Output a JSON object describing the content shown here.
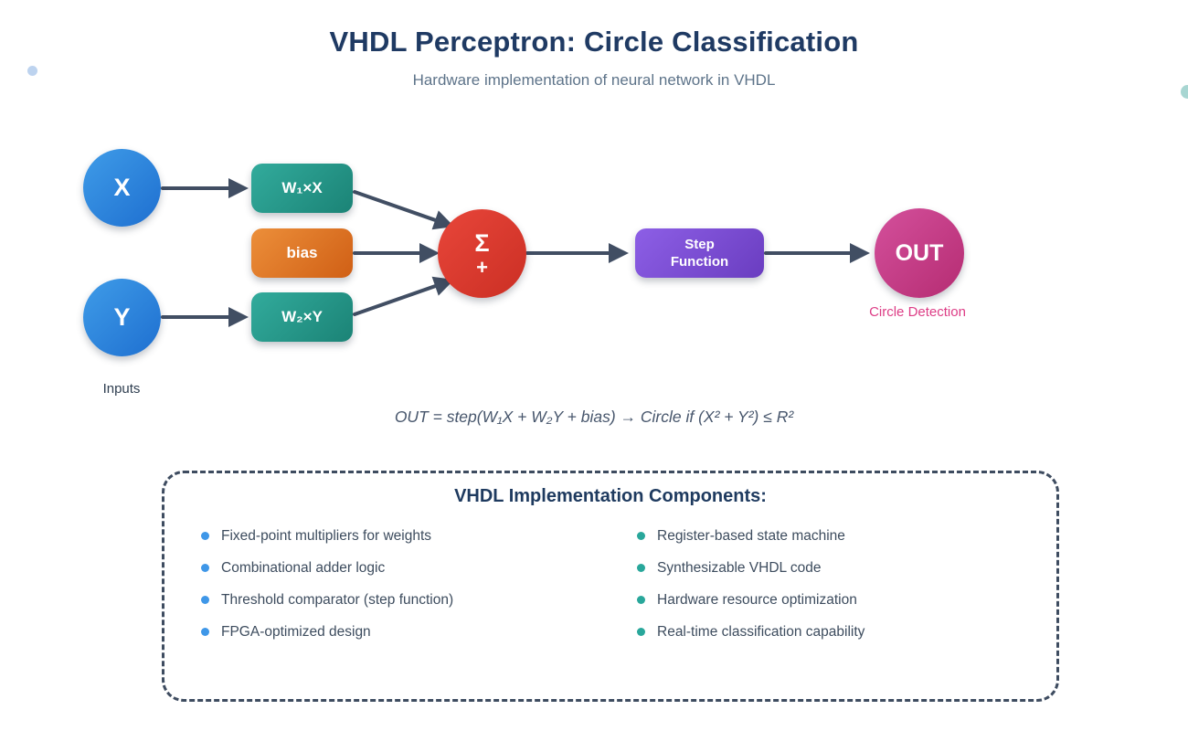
{
  "page": {
    "title": "VHDL Perceptron: Circle Classification",
    "subtitle": "Hardware implementation of neural network in VHDL"
  },
  "diagram": {
    "nodes": {
      "input_x": "X",
      "input_y": "Y",
      "weight_x": "W₁×X",
      "bias": "bias",
      "weight_y": "W₂×Y",
      "sum_sigma": "Σ",
      "sum_plus": "+",
      "step_line1": "Step",
      "step_line2": "Function",
      "out": "OUT"
    },
    "labels": {
      "inputs": "Inputs",
      "circle_detection": "Circle Detection"
    },
    "formula": "OUT = step(W₁X + W₂Y + bias) → Circle if (X² + Y²) ≤ R²"
  },
  "components": {
    "title": "VHDL Implementation Components:",
    "left_items": [
      "Fixed-point multipliers for weights",
      "Combinational adder logic",
      "Threshold comparator (step function)",
      "FPGA-optimized design"
    ],
    "right_items": [
      "Register-based state machine",
      "Synthesizable VHDL code",
      "Hardware resource optimization",
      "Real-time classification capability"
    ]
  },
  "colors": {
    "title_text": "#1f3a63",
    "subtitle_text": "#5d7389",
    "input_node": "#2f80d4",
    "weight_node": "#249688",
    "bias_node": "#de7524",
    "sum_node": "#d93a2e",
    "step_node": "#7a4cd4",
    "out_node": "#c63d88",
    "arrow": "#414e63",
    "dashed_border": "#3e4c60",
    "bullet_left": "#3f97e8",
    "bullet_right": "#29a79b",
    "circle_detection_text": "#dd3d86"
  }
}
